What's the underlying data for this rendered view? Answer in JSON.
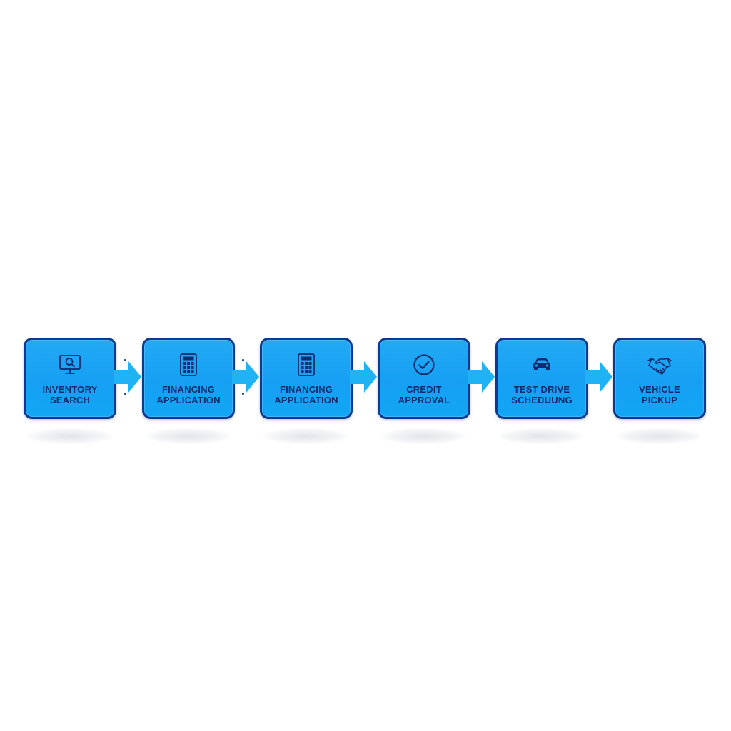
{
  "diagram": {
    "steps": [
      {
        "line1": "INVENTORY",
        "line2": "SEARCH",
        "icon": "monitor-search-icon"
      },
      {
        "line1": "FINANCING",
        "line2": "APPLICATION",
        "icon": "calculator-icon"
      },
      {
        "line1": "FINANCING",
        "line2": "APPLICATION",
        "icon": "calculator-icon"
      },
      {
        "line1": "CREDIT",
        "line2": "APPROVAL",
        "icon": "check-circle-icon"
      },
      {
        "line1": "TEST DRIVE",
        "line2": "SCHEDUUNG",
        "icon": "car-icon"
      },
      {
        "line1": "VEHICLE",
        "line2": "PICKUP",
        "icon": "handshake-icon"
      }
    ],
    "colors": {
      "box_fill": "#1aa3f4",
      "box_border": "#0d3a8c",
      "text": "#0f2c6e",
      "icon": "#0f2c6e",
      "arrow": "#1fb3f5"
    }
  }
}
